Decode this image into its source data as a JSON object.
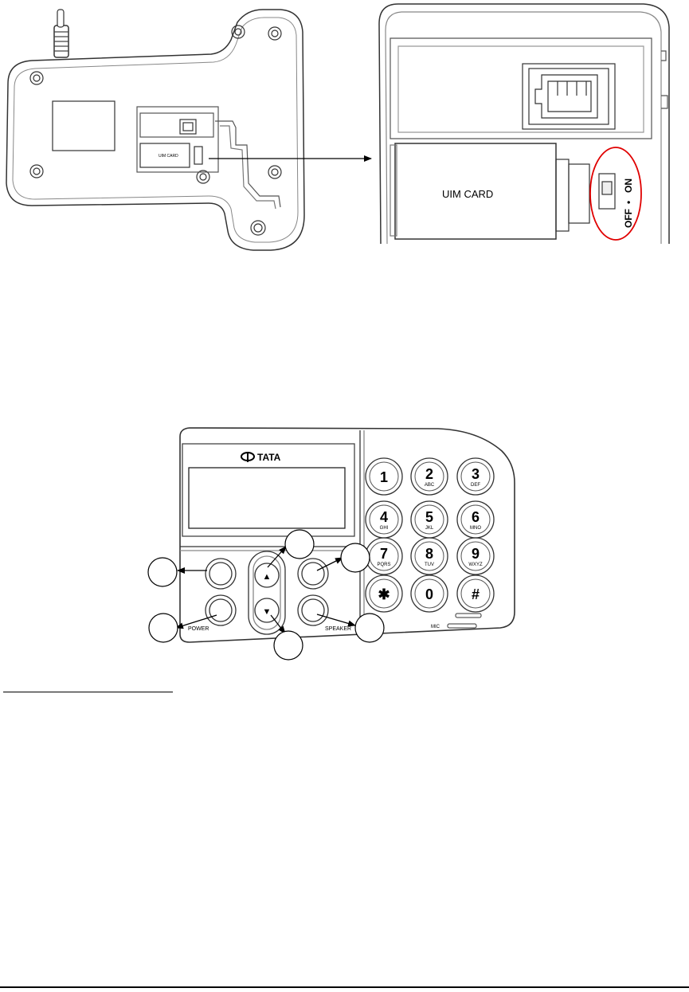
{
  "figure_top": {
    "small_label_uim": "UIM CARD",
    "uim_label": "UIM CARD",
    "switch_off": "OFF",
    "switch_on": "ON"
  },
  "figure_keypad": {
    "brand": "TATA",
    "keys": [
      {
        "digit": "1",
        "letters": ""
      },
      {
        "digit": "2",
        "letters": "ABC"
      },
      {
        "digit": "3",
        "letters": "DEF"
      },
      {
        "digit": "4",
        "letters": "GHI"
      },
      {
        "digit": "5",
        "letters": "JKL"
      },
      {
        "digit": "6",
        "letters": "MNO"
      },
      {
        "digit": "7",
        "letters": "PQRS"
      },
      {
        "digit": "8",
        "letters": "TUV"
      },
      {
        "digit": "9",
        "letters": "WXYZ"
      },
      {
        "digit": "✱",
        "letters": ""
      },
      {
        "digit": "0",
        "letters": ""
      },
      {
        "digit": "#",
        "letters": ""
      }
    ],
    "power_label": "POWER",
    "speaker_label": "SPEAKER",
    "mic_label": "MIC",
    "up_arrow": "▲",
    "down_arrow": "▼"
  },
  "icons": {
    "antenna": "antenna-icon",
    "phone-jack": "rj11-jack-icon",
    "callout": "callout-circle-icon",
    "arrow": "arrow-icon"
  }
}
